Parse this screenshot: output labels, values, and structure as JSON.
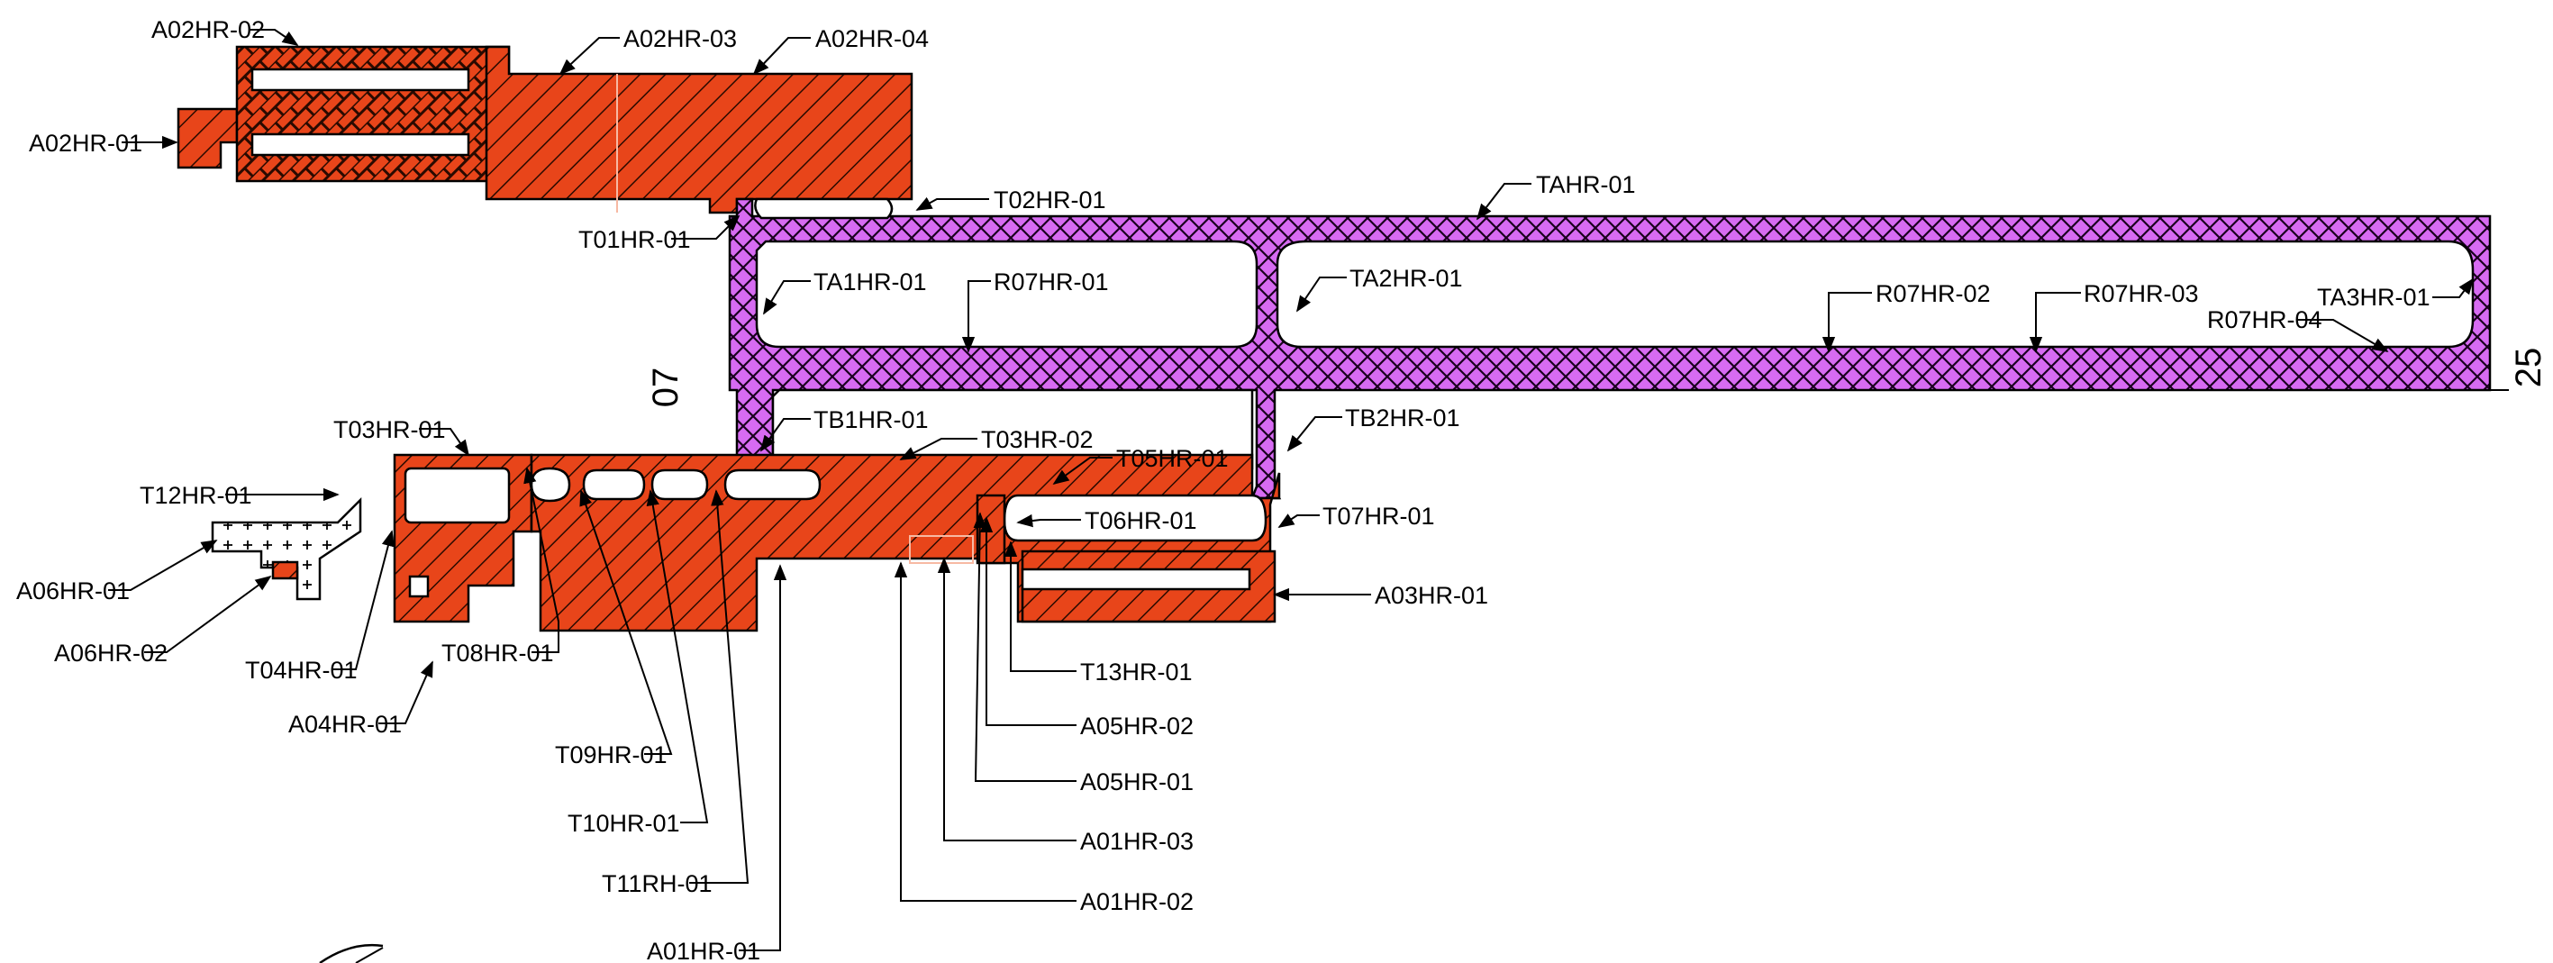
{
  "colors": {
    "aluminium": "#E8451A",
    "thermal_break": "#D76BF2",
    "gasket": "#ffffff",
    "outline": "#000000"
  },
  "side_marks": {
    "left": "07",
    "right": "25"
  },
  "labels": {
    "A02HR_02": "A02HR-02",
    "A02HR_03": "A02HR-03",
    "A02HR_04": "A02HR-04",
    "A02HR_01": "A02HR-01",
    "T02HR_01": "T02HR-01",
    "T01HR_01": "T01HR-01",
    "TAHR_01": "TAHR-01",
    "TA1HR_01": "TA1HR-01",
    "R07HR_01": "R07HR-01",
    "TA2HR_01": "TA2HR-01",
    "R07HR_02": "R07HR-02",
    "R07HR_03": "R07HR-03",
    "R07HR_04": "R07HR-04",
    "TA3HR_01": "TA3HR-01",
    "T03HR_01": "T03HR-01",
    "TB1HR_01": "TB1HR-01",
    "T03HR_02": "T03HR-02",
    "T05HR_01": "T05HR-01",
    "TB2HR_01": "TB2HR-01",
    "T12HR_01": "T12HR-01",
    "T06HR_01": "T06HR-01",
    "T07HR_01": "T07HR-01",
    "A06HR_01": "A06HR-01",
    "A03HR_01": "A03HR-01",
    "A06HR_02": "A06HR-02",
    "T04HR_01": "T04HR-01",
    "T08HR_01": "T08HR-01",
    "T13HR_01": "T13HR-01",
    "A04HR_01": "A04HR-01",
    "A05HR_02": "A05HR-02",
    "T09HR_01": "T09HR-01",
    "A05HR_01": "A05HR-01",
    "T10HR_01": "T10HR-01",
    "A01HR_03": "A01HR-03",
    "T11RH_01": "T11RH-01",
    "A01HR_02": "A01HR-02",
    "A01HR_01": "A01HR-01"
  }
}
